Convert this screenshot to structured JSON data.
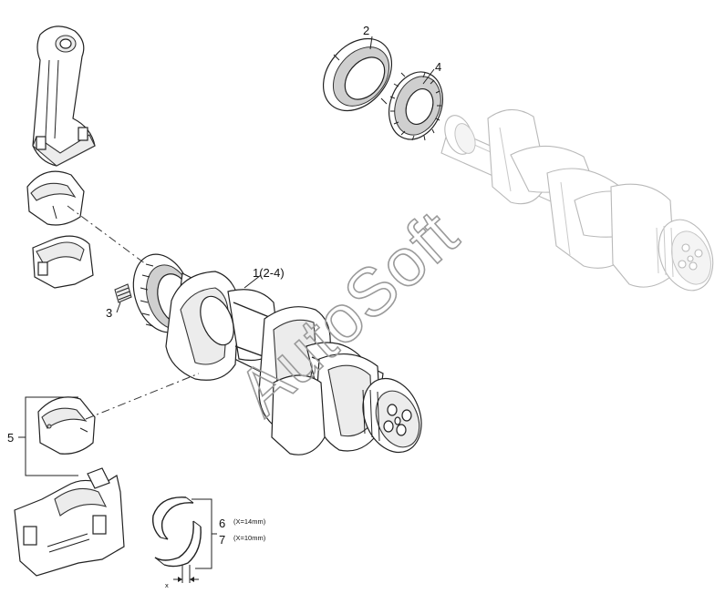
{
  "callouts": {
    "c1": "1(2-4)",
    "c2": "2",
    "c3": "3",
    "c4": "4",
    "c5": "5",
    "c6": "6",
    "c6_note": "(X=14mm)",
    "c7": "7",
    "c7_note": "(X=10mm)",
    "x_dim": "x"
  },
  "watermark": "AutoSoft"
}
